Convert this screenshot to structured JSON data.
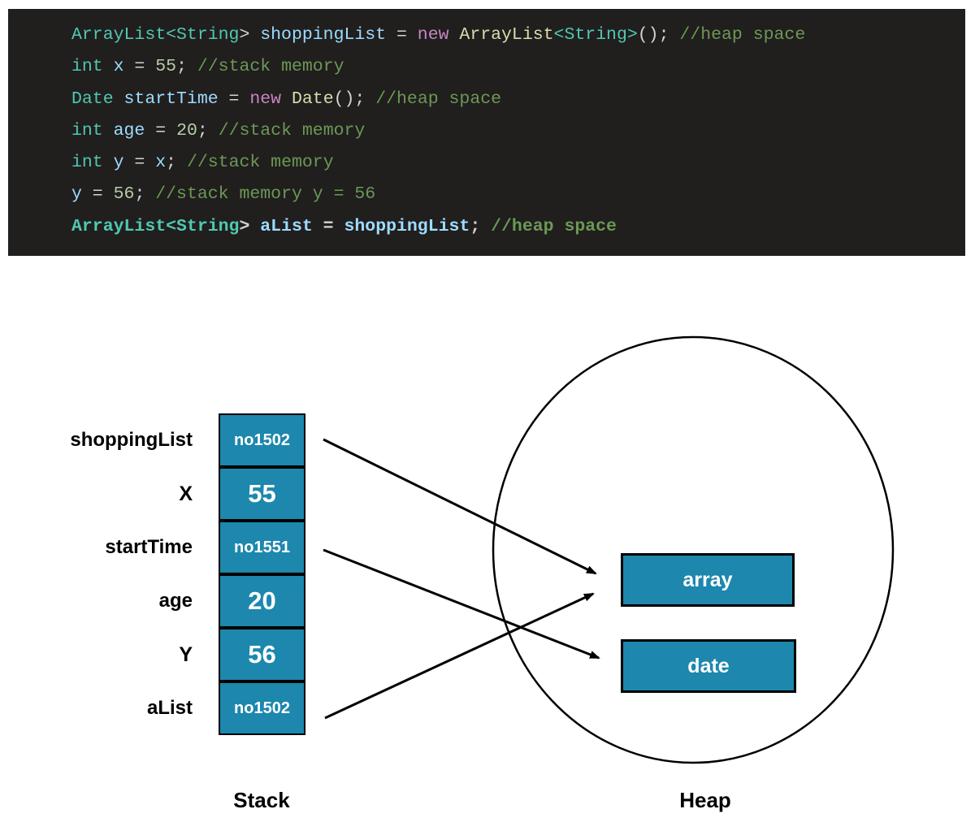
{
  "code_block": {
    "bg": "#211e1e",
    "token_colors": {
      "type": "#4ec9b0",
      "var": "#9cdcfe",
      "kw": "#c586c0",
      "cls": "#dcdcaa",
      "num": "#b5cea8",
      "plain": "#d4d4d4",
      "comment": "#6a9955"
    },
    "lines": [
      {
        "bold": false,
        "tokens": [
          [
            "ArrayList<String",
            "type"
          ],
          [
            ">",
            "plain"
          ],
          [
            " ",
            "plain"
          ],
          [
            "shoppingList",
            "var"
          ],
          [
            " = ",
            "plain"
          ],
          [
            "new",
            "kw"
          ],
          [
            " ",
            "plain"
          ],
          [
            "ArrayList",
            "cls"
          ],
          [
            "<String>",
            "type"
          ],
          [
            "();",
            "plain"
          ],
          [
            " ",
            "plain"
          ],
          [
            "//heap space",
            "comment"
          ]
        ]
      },
      {
        "bold": false,
        "tokens": [
          [
            "int",
            "type"
          ],
          [
            " ",
            "plain"
          ],
          [
            "x",
            "var"
          ],
          [
            " = ",
            "plain"
          ],
          [
            "55",
            "num"
          ],
          [
            ";",
            "plain"
          ],
          [
            " ",
            "plain"
          ],
          [
            "//stack memory",
            "comment"
          ]
        ]
      },
      {
        "bold": false,
        "tokens": [
          [
            "Date",
            "type"
          ],
          [
            " ",
            "plain"
          ],
          [
            "startTime",
            "var"
          ],
          [
            " = ",
            "plain"
          ],
          [
            "new",
            "kw"
          ],
          [
            " ",
            "plain"
          ],
          [
            "Date",
            "cls"
          ],
          [
            "();",
            "plain"
          ],
          [
            " ",
            "plain"
          ],
          [
            "//heap space",
            "comment"
          ]
        ]
      },
      {
        "bold": false,
        "tokens": [
          [
            "int",
            "type"
          ],
          [
            " ",
            "plain"
          ],
          [
            "age",
            "var"
          ],
          [
            " = ",
            "plain"
          ],
          [
            "20",
            "num"
          ],
          [
            ";",
            "plain"
          ],
          [
            " ",
            "plain"
          ],
          [
            "//stack memory",
            "comment"
          ]
        ]
      },
      {
        "bold": false,
        "tokens": [
          [
            "int",
            "type"
          ],
          [
            " ",
            "plain"
          ],
          [
            "y",
            "var"
          ],
          [
            " = ",
            "plain"
          ],
          [
            "x",
            "var"
          ],
          [
            ";",
            "plain"
          ],
          [
            " ",
            "plain"
          ],
          [
            "//stack memory",
            "comment"
          ]
        ]
      },
      {
        "bold": false,
        "tokens": [
          [
            "y",
            "var"
          ],
          [
            " = ",
            "plain"
          ],
          [
            "56",
            "num"
          ],
          [
            ";",
            "plain"
          ],
          [
            " ",
            "plain"
          ],
          [
            "//stack memory y = 56",
            "comment"
          ]
        ]
      },
      {
        "bold": true,
        "tokens": [
          [
            "ArrayList<String",
            "type"
          ],
          [
            ">",
            "plain"
          ],
          [
            " ",
            "plain"
          ],
          [
            "aList",
            "var"
          ],
          [
            " = ",
            "plain"
          ],
          [
            "shoppingList",
            "var"
          ],
          [
            ";",
            "plain"
          ],
          [
            " ",
            "plain"
          ],
          [
            "//heap space",
            "comment"
          ]
        ]
      }
    ]
  },
  "diagram": {
    "box_fill": "#1d87ae",
    "stack": {
      "caption": "Stack",
      "rows": [
        {
          "label": "shoppingList",
          "value": "no1502",
          "value_size": "small"
        },
        {
          "label": "X",
          "value": "55",
          "value_size": "large"
        },
        {
          "label": "startTime",
          "value": "no1551",
          "value_size": "small"
        },
        {
          "label": "age",
          "value": "20",
          "value_size": "large"
        },
        {
          "label": "Y",
          "value": "56",
          "value_size": "large"
        },
        {
          "label": "aList",
          "value": "no1502",
          "value_size": "small"
        }
      ]
    },
    "heap": {
      "caption": "Heap",
      "objects": [
        {
          "label": "array"
        },
        {
          "label": "date"
        }
      ]
    },
    "references": [
      {
        "from": "shoppingList",
        "to": "array"
      },
      {
        "from": "startTime",
        "to": "date"
      },
      {
        "from": "aList",
        "to": "array"
      }
    ]
  }
}
